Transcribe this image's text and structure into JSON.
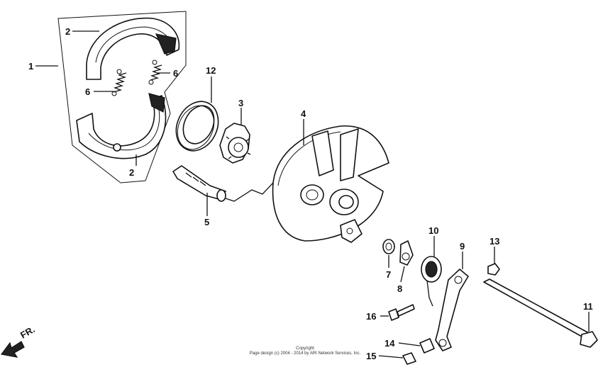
{
  "labels": {
    "l1": "1",
    "l2a": "2",
    "l2b": "2",
    "l3": "3",
    "l4": "4",
    "l5": "5",
    "l6a": "6",
    "l6b": "6",
    "l7": "7",
    "l8": "8",
    "l9": "9",
    "l10": "10",
    "l11": "11",
    "l12": "12",
    "l13": "13",
    "l14": "14",
    "l15": "15",
    "l16": "16"
  },
  "direction_label": "FR.",
  "copyright": {
    "line1": "Copyright",
    "line2": "Page design (c) 2004 - 2014 by ARI Network Services, Inc."
  }
}
